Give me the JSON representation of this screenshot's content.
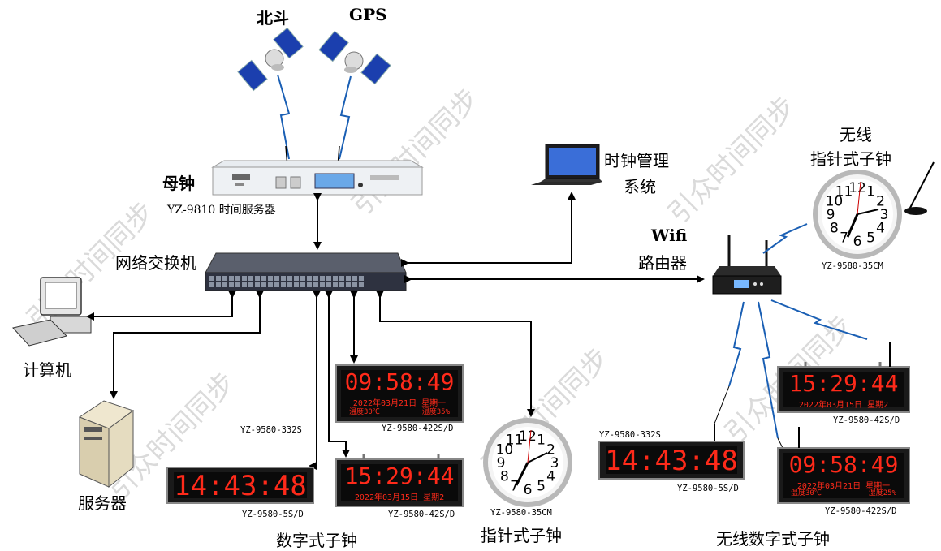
{
  "satellites": {
    "beidou": "北斗",
    "gps": "GPS"
  },
  "master_clock": {
    "title": "母钟",
    "model": "YZ-9810 时间服务器"
  },
  "switch": {
    "title": "网络交换机"
  },
  "management": {
    "line1": "时钟管理",
    "line2": "系统"
  },
  "router": {
    "line1": "Wifi",
    "line2": "路由器"
  },
  "computer": {
    "title": "计算机"
  },
  "server": {
    "title": "服务器"
  },
  "wireless_analog": {
    "line1": "无线",
    "line2": "指针式子钟",
    "model": "YZ-9580-35CM"
  },
  "analog_clock": {
    "title": "指针式子钟",
    "model": "YZ-9580-35CM",
    "numbers": [
      "12",
      "1",
      "2",
      "3",
      "4",
      "5",
      "6",
      "7",
      "8",
      "9",
      "10",
      "11"
    ]
  },
  "digital_group": {
    "title": "数字式子钟"
  },
  "wireless_digital_group": {
    "title": "无线数字式子钟"
  },
  "digital_clocks": {
    "d1": {
      "time": "14:43:48",
      "model_top": "YZ-9580-332S",
      "model_bottom": "YZ-9580-5S/D"
    },
    "d2": {
      "time": "15:29:44",
      "date": "2022年03月15日 星期2",
      "model": "YZ-9580-42S/D"
    },
    "d3": {
      "time": "09:58:49",
      "date": "2022年03月21日 星期一",
      "temp": "温度30℃",
      "humidity": "湿度35%",
      "model": "YZ-9580-422S/D"
    },
    "w1": {
      "time": "14:43:48",
      "model_top": "YZ-9580-332S",
      "model_bottom": "YZ-9580-5S/D"
    },
    "w2": {
      "time": "15:29:44",
      "date": "2022年03月15日 星期2",
      "model": "YZ-9580-42S/D"
    },
    "w3": {
      "time": "09:58:49",
      "date": "2022年03月21日 星期一",
      "temp": "温度30℃",
      "humidity": "湿度25%",
      "model": "YZ-9580-422S/D"
    }
  },
  "watermark": "引众时间同步",
  "colors": {
    "line": "#000000",
    "led": "#ff2a1a",
    "lightning": "#1a5fb4",
    "panel": "#1c1c1c"
  }
}
